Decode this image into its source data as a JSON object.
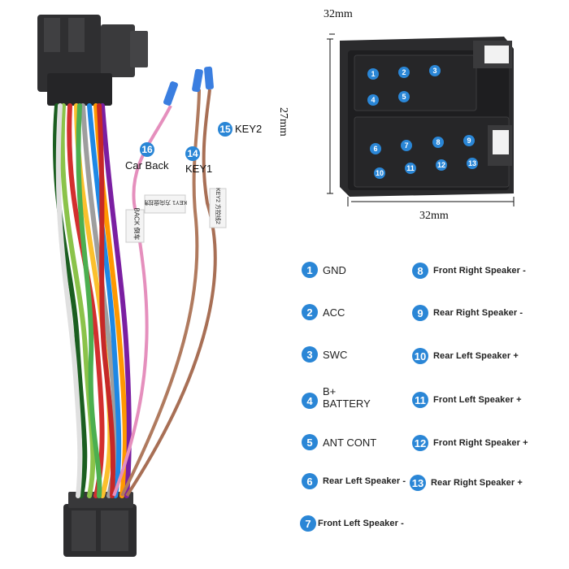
{
  "harness": {
    "labels": {
      "key2": {
        "num": "15",
        "text": "KEY2"
      },
      "car_back": {
        "num": "16",
        "text": "Car Back"
      },
      "key1": {
        "num": "14",
        "text": "KEY1"
      }
    },
    "tags": {
      "tag_back": "BACK 倒车",
      "tag_key1": "KEY1 方向盘控制1",
      "tag_key2": "KEY2 方控线2"
    }
  },
  "connector": {
    "dim_top": "32mm",
    "dim_side": "27mm",
    "dim_bottom": "32mm",
    "pins": [
      "1",
      "2",
      "3",
      "4",
      "5",
      "6",
      "7",
      "8",
      "9",
      "10",
      "11",
      "12",
      "13"
    ]
  },
  "legend": {
    "left": [
      {
        "num": "1",
        "label": "GND"
      },
      {
        "num": "2",
        "label": "ACC"
      },
      {
        "num": "3",
        "label": "SWC"
      },
      {
        "num": "4",
        "label": "B+\nBATTERY"
      },
      {
        "num": "5",
        "label": "ANT CONT"
      },
      {
        "num": "6",
        "label": "Rear Left Speaker -"
      },
      {
        "num": "7",
        "label": "Front Left Speaker -"
      }
    ],
    "right": [
      {
        "num": "8",
        "label": "Front Right Speaker -"
      },
      {
        "num": "9",
        "label": "Rear Right Speaker -"
      },
      {
        "num": "10",
        "label": "Rear Left Speaker +"
      },
      {
        "num": "11",
        "label": "Front Left Speaker +"
      },
      {
        "num": "12",
        "label": "Front Right Speaker +"
      },
      {
        "num": "13",
        "label": "Rear Right Speaker +"
      }
    ]
  },
  "colors": {
    "badge": "#2a86d6",
    "connector_body": "#2b2b2d",
    "pink_wire": "#e58fbd",
    "brown_wire": "#b07a5e"
  }
}
